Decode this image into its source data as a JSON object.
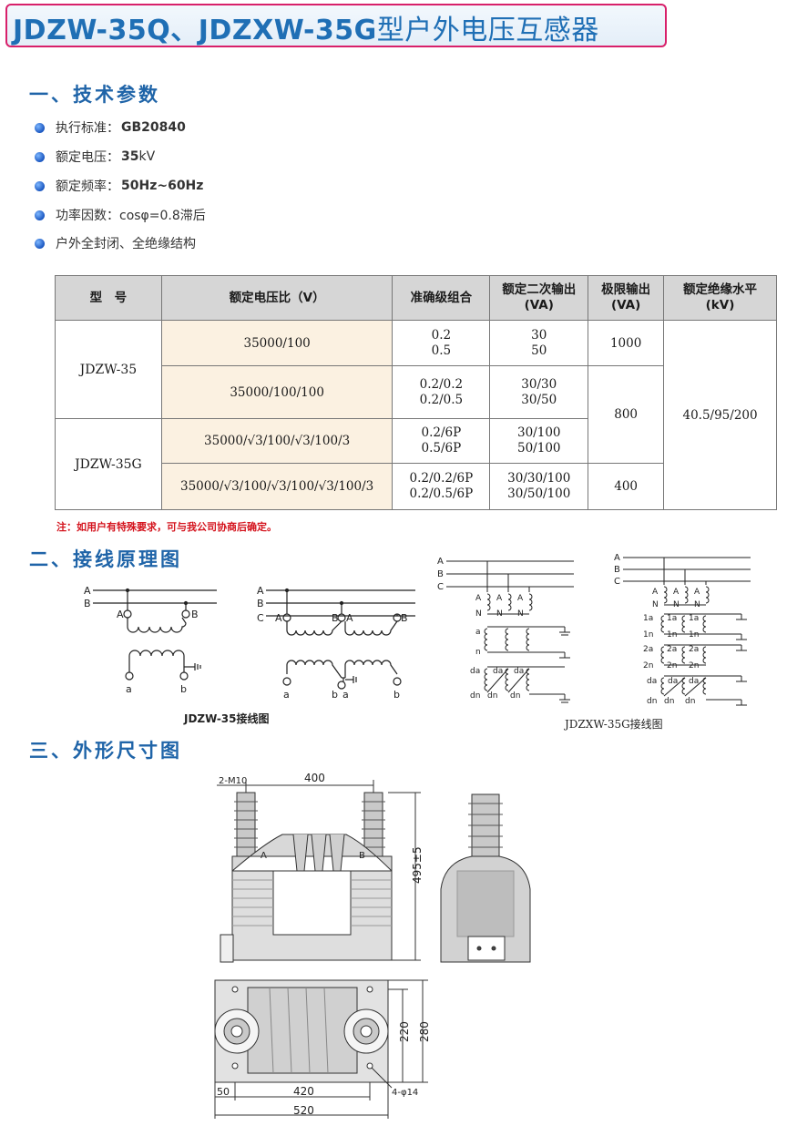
{
  "title": {
    "models": "JDZW-35Q、JDZXW-35G",
    "suffix": "型户外电压互感器"
  },
  "sections": {
    "params": "一、技术参数",
    "wiring": "二、接线原理图",
    "dimensions": "三、外形尺寸图"
  },
  "specs": [
    {
      "label": "执行标准：",
      "value": "GB20840",
      "unit": ""
    },
    {
      "label": "额定电压：",
      "value": "35",
      "unit": "kV"
    },
    {
      "label": "额定频率：",
      "value": "50Hz~60Hz",
      "unit": ""
    },
    {
      "label": "功率因数：",
      "value": "cosφ=0.8滞后",
      "unit": ""
    },
    {
      "label": "户外全封闭、全绝缘结构",
      "value": "",
      "unit": ""
    }
  ],
  "table": {
    "headers": {
      "model": "型　号",
      "ratio": "额定电压比（V）",
      "accuracy": "准确级组合",
      "secondary_1": "额定二次输出",
      "secondary_2": "(VA)",
      "limit_1": "极限输出",
      "limit_2": "(VA)",
      "insulation_1": "额定绝缘水平",
      "insulation_2": "(kV)"
    },
    "models": [
      "JDZW-35",
      "JDZW-35G"
    ],
    "rows": [
      {
        "ratio": "35000/100",
        "acc_1": "0.2",
        "acc_2": "0.5",
        "out_1": "30",
        "out_2": "50"
      },
      {
        "ratio": "35000/100/100",
        "acc_1": "0.2/0.2",
        "acc_2": "0.2/0.5",
        "out_1": "30/30",
        "out_2": "30/50"
      },
      {
        "ratio": "35000/√3/100/√3/100/3",
        "acc_1": "0.2/6P",
        "acc_2": "0.5/6P",
        "out_1": "30/100",
        "out_2": "50/100"
      },
      {
        "ratio": "35000/√3/100/√3/100/√3/100/3",
        "acc_1": "0.2/0.2/6P",
        "acc_2": "0.2/0.5/6P",
        "out_1": "30/30/100",
        "out_2": "30/50/100"
      }
    ],
    "limits": [
      "1000",
      "800",
      "400"
    ],
    "insulation": "40.5/95/200"
  },
  "note": "注：如用户有特殊要求，可与我公司协商后确定。",
  "wiring": {
    "caption_left": "JDZW-35接线图",
    "caption_right": "JDZXW-35G接线图",
    "labels": {
      "A": "A",
      "B": "B",
      "C": "C",
      "N": "N",
      "a": "a",
      "b": "b",
      "n": "n",
      "da": "da",
      "dn": "dn",
      "1a": "1a",
      "1n": "1n",
      "2a": "2a",
      "2n": "2n"
    }
  },
  "dimensions": {
    "thread": "2-M10",
    "span": "400",
    "height": "495±5",
    "depth_inner": "220",
    "depth_outer": "280",
    "offset": "50",
    "hole_span": "420",
    "length": "520",
    "holes": "4-φ14",
    "terminal_a": "A",
    "terminal_b": "B"
  }
}
